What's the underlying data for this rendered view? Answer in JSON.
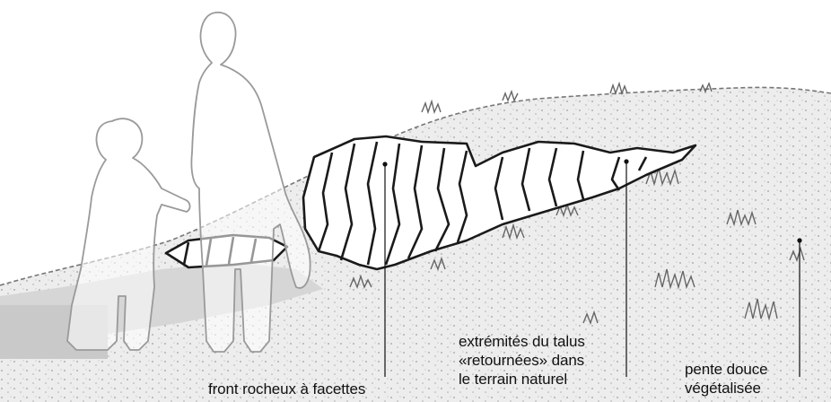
{
  "labels": {
    "front": {
      "text": "front rocheux à facettes"
    },
    "extremites": {
      "lines": [
        "extrémités du talus",
        "«retournées» dans",
        "le terrain naturel"
      ]
    },
    "pente": {
      "lines": [
        "pente douce",
        "végétalisée"
      ]
    }
  }
}
